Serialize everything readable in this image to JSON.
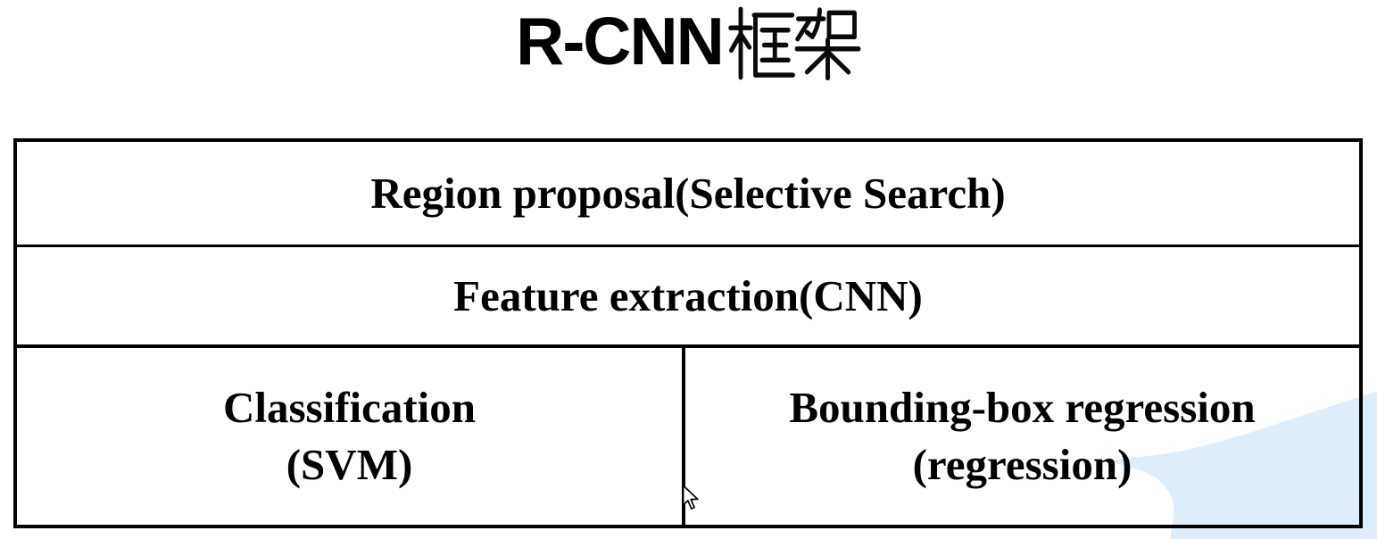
{
  "slide": {
    "title": {
      "latin": "R-CNN",
      "cjk": "框架",
      "full": "R-CNN框架"
    }
  },
  "diagram": {
    "rows": [
      {
        "label": "Region proposal(Selective Search)"
      },
      {
        "label": "Feature extraction(CNN)"
      },
      {
        "cells": [
          {
            "lines": [
              "Classification",
              "(SVM)"
            ]
          },
          {
            "lines": [
              "Bounding-box regression",
              "(regression)"
            ]
          }
        ]
      }
    ]
  },
  "colors": {
    "background": "#ffffff",
    "border": "#000000",
    "text": "#000000",
    "corner_highlight": "#ddeefa"
  },
  "cursor": {
    "icon": "arrow-cursor"
  }
}
